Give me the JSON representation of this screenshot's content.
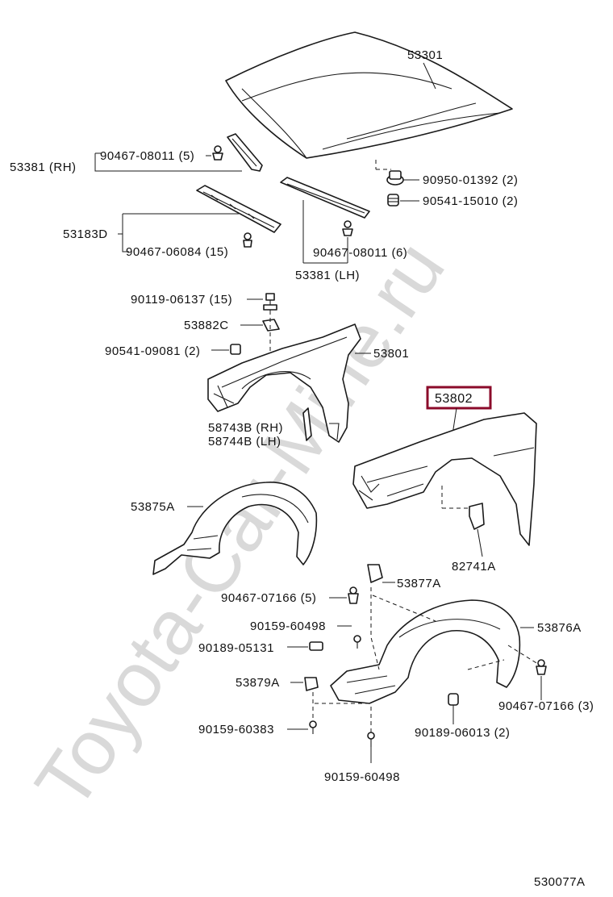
{
  "watermark": "Toyota-Car-Mine.ru",
  "diagram_id": "530077A",
  "highlight_color": "#8b0a2a",
  "labels": {
    "hood": "53301",
    "seal_rh_part": "53381 (RH)",
    "seal_rh_clip": "90467-08011 (5)",
    "cushion": "90950-01392 (2)",
    "cushion2": "90541-15010 (2)",
    "seal_center": "53183D",
    "seal_center_clip": "90467-06084 (15)",
    "seal_lh_clip": "90467-08011 (6)",
    "seal_lh_part": "53381 (LH)",
    "bolt1": "90119-06137 (15)",
    "bracket": "53882C",
    "cushion3": "90541-09081 (2)",
    "fender_rh": "53801",
    "fender_lh": "53802",
    "moulding_rh": "58743B (RH)",
    "moulding_lh": "58744B (LH)",
    "liner_rh": "53875A",
    "bracket2": "82741A",
    "bracket3": "53877A",
    "clip1": "90467-07166 (5)",
    "screw1": "90159-60498",
    "nut1": "90189-05131",
    "liner_lh": "53876A",
    "seal2": "53879A",
    "clip2": "90467-07166 (3)",
    "screw2": "90159-60383",
    "nut2": "90189-06013 (2)",
    "screw3": "90159-60498"
  }
}
